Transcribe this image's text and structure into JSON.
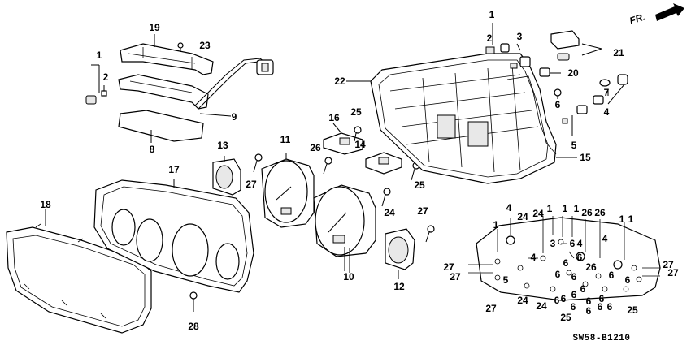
{
  "direction_label": "FR.",
  "diagram_code": "SW58-B1210",
  "callouts": [
    {
      "text": "1"
    },
    {
      "text": "2"
    },
    {
      "text": "19"
    },
    {
      "text": "23"
    },
    {
      "text": "9"
    },
    {
      "text": "8"
    },
    {
      "text": "13"
    },
    {
      "text": "27"
    },
    {
      "text": "11"
    },
    {
      "text": "26"
    },
    {
      "text": "16"
    },
    {
      "text": "25"
    },
    {
      "text": "17"
    },
    {
      "text": "18"
    },
    {
      "text": "14"
    },
    {
      "text": "25"
    },
    {
      "text": "24"
    },
    {
      "text": "27"
    },
    {
      "text": "10"
    },
    {
      "text": "12"
    },
    {
      "text": "28"
    },
    {
      "text": "22"
    },
    {
      "text": "1"
    },
    {
      "text": "2"
    },
    {
      "text": "3"
    },
    {
      "text": "20"
    },
    {
      "text": "21"
    },
    {
      "text": "6"
    },
    {
      "text": "7"
    },
    {
      "text": "4"
    },
    {
      "text": "5"
    },
    {
      "text": "15"
    }
  ],
  "board_labels": [
    {
      "text": "1"
    },
    {
      "text": "4"
    },
    {
      "text": "24"
    },
    {
      "text": "1"
    },
    {
      "text": "1"
    },
    {
      "text": "1"
    },
    {
      "text": "24"
    },
    {
      "text": "26"
    },
    {
      "text": "26"
    },
    {
      "text": "1"
    },
    {
      "text": "1"
    },
    {
      "text": "3"
    },
    {
      "text": "6"
    },
    {
      "text": "4"
    },
    {
      "text": "4"
    },
    {
      "text": "6"
    },
    {
      "text": "4"
    },
    {
      "text": "6"
    },
    {
      "text": "26"
    },
    {
      "text": "6"
    },
    {
      "text": "6"
    },
    {
      "text": "27"
    },
    {
      "text": "27"
    },
    {
      "text": "5"
    },
    {
      "text": "6"
    },
    {
      "text": "6"
    },
    {
      "text": "27"
    },
    {
      "text": "27"
    },
    {
      "text": "6"
    },
    {
      "text": "6"
    },
    {
      "text": "6"
    },
    {
      "text": "6"
    },
    {
      "text": "6"
    },
    {
      "text": "27"
    },
    {
      "text": "24"
    },
    {
      "text": "24"
    },
    {
      "text": "6"
    },
    {
      "text": "6"
    },
    {
      "text": "6"
    },
    {
      "text": "6"
    },
    {
      "text": "6"
    },
    {
      "text": "25"
    },
    {
      "text": "25"
    }
  ]
}
